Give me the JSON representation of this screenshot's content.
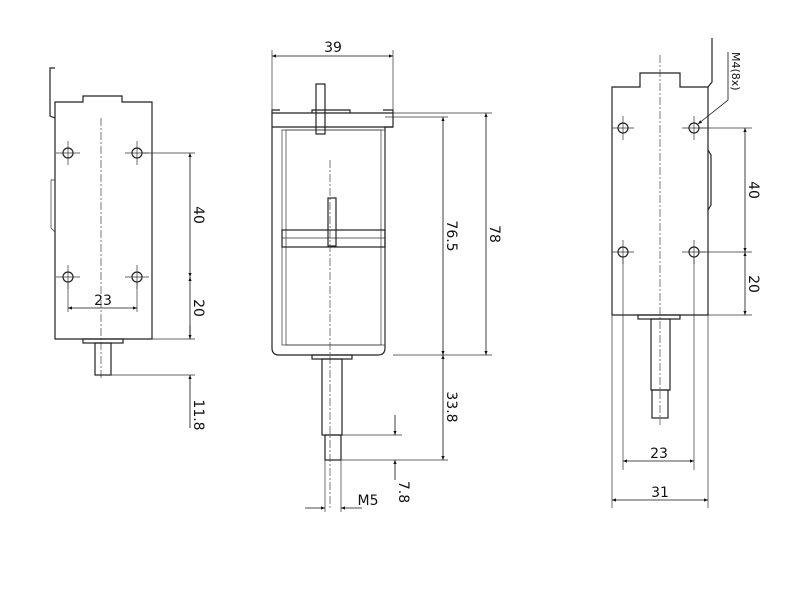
{
  "left_view": {
    "dims": {
      "hole_vertical": "40",
      "hole_to_bottom": "20",
      "hole_horizontal": "23",
      "plunger_length": "11.8"
    }
  },
  "front_view": {
    "dims": {
      "width": "39",
      "inner_height": "76.5",
      "total_height": "78",
      "shaft_length": "33.8",
      "thread_length": "7.8",
      "thread": "M5"
    }
  },
  "right_view": {
    "dims": {
      "hole_vertical": "40",
      "hole_to_bottom": "20",
      "hole_horizontal": "23",
      "width": "31",
      "hole_callout": "M4(8x)"
    }
  }
}
